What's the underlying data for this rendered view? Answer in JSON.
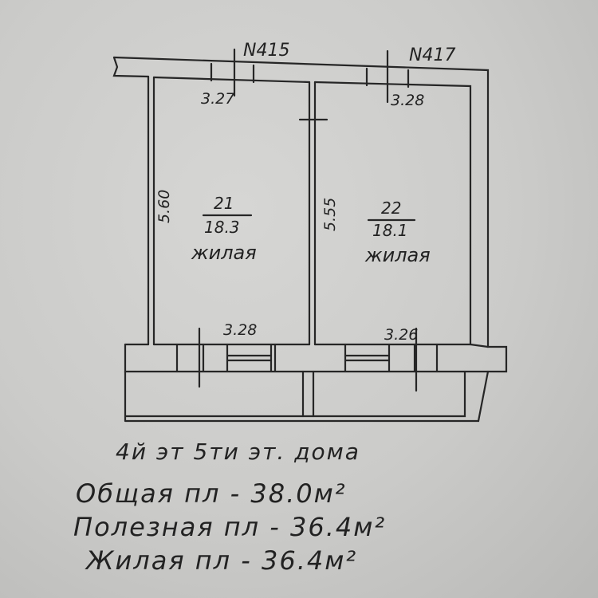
{
  "plan": {
    "neighbors": [
      {
        "label": "N415"
      },
      {
        "label": "N417"
      }
    ],
    "rooms": [
      {
        "number": "21",
        "area": "18.3",
        "type": "жилая",
        "length": "5.60",
        "top_width": "3.27",
        "bottom_width": "3.28"
      },
      {
        "number": "22",
        "area": "18.1",
        "type": "жилая",
        "length": "5.55",
        "top_width": "3.28",
        "bottom_width": "3.26"
      }
    ]
  },
  "notes": {
    "floor": "4й эт 5ти эт. дома",
    "total_area": "Общая пл - 38.0м²",
    "useful_area": "Полезная пл - 36.4м²",
    "living_area": "Жилая пл - 36.4м²"
  }
}
